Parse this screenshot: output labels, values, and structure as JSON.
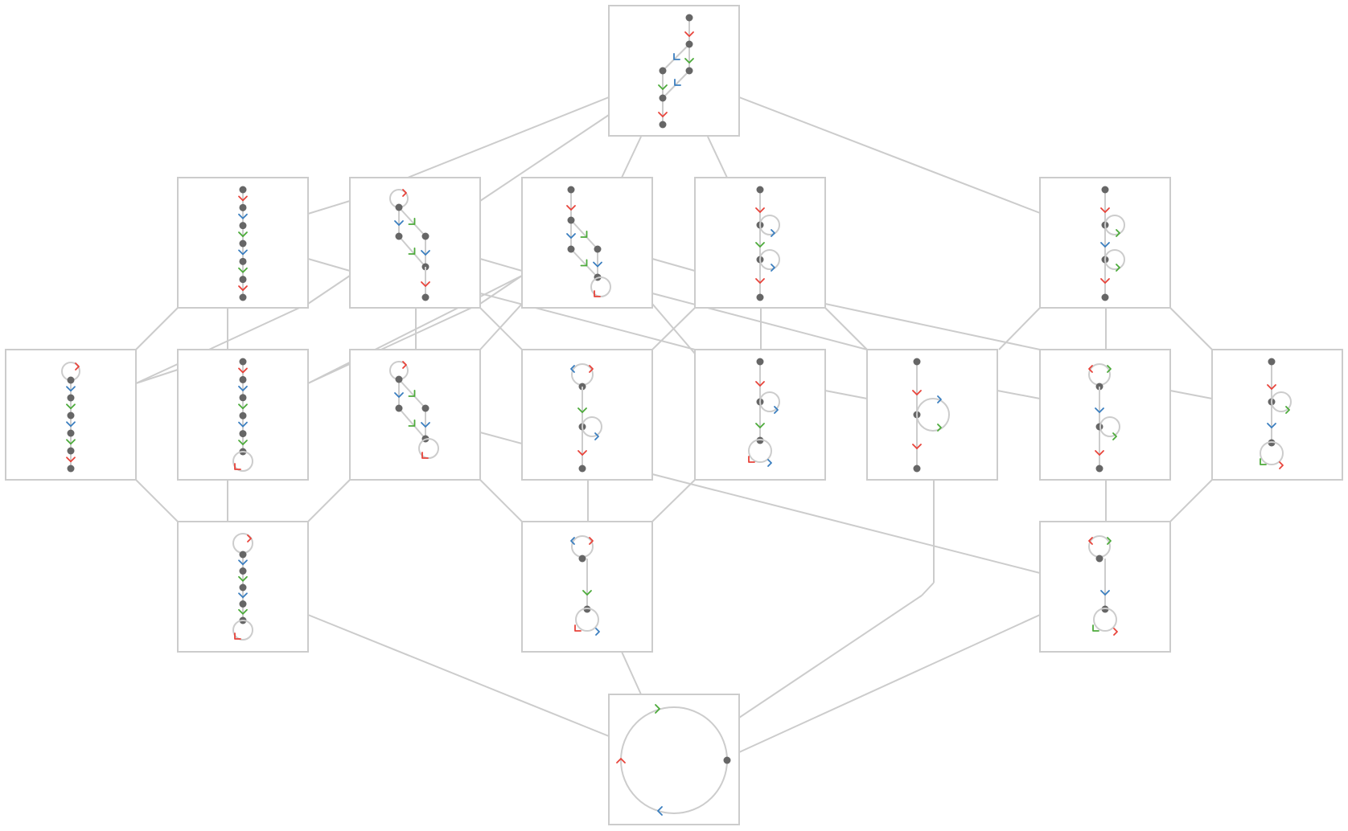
{
  "colors": {
    "background": "#ffffff",
    "box_border": "#cccccc",
    "connector": "#cccccc",
    "vertex": "#666666",
    "red": "#e8433a",
    "blue": "#3a7ebf",
    "green": "#4caa3a"
  },
  "diagram": {
    "kind": "lattice-of-graphs",
    "nodes": [
      {
        "id": "top",
        "name": "graph-top",
        "edges": [
          "red",
          "blue",
          "green",
          "green",
          "blue",
          "red"
        ]
      },
      {
        "id": "r1a",
        "name": "graph-row1-a",
        "edges": [
          "red",
          "blue",
          "green",
          "blue",
          "green",
          "red"
        ]
      },
      {
        "id": "r1b",
        "name": "graph-row1-b",
        "edges": [
          "red",
          "blue",
          "green",
          "green",
          "blue",
          "red"
        ]
      },
      {
        "id": "r1c",
        "name": "graph-row1-c",
        "edges": [
          "red",
          "blue",
          "green",
          "green",
          "blue",
          "red"
        ]
      },
      {
        "id": "r1d",
        "name": "graph-row1-d",
        "edges": [
          "red",
          "blue",
          "green",
          "blue",
          "red"
        ]
      },
      {
        "id": "r1e",
        "name": "graph-row1-e",
        "edges": [
          "red",
          "green",
          "blue",
          "green",
          "red"
        ]
      },
      {
        "id": "r2a",
        "name": "graph-row2-a",
        "edges": [
          "red",
          "blue",
          "green",
          "blue",
          "green",
          "red"
        ]
      },
      {
        "id": "r2b",
        "name": "graph-row2-b",
        "edges": [
          "red",
          "blue",
          "green",
          "blue",
          "green",
          "red"
        ]
      },
      {
        "id": "r2c",
        "name": "graph-row2-c",
        "edges": [
          "red",
          "blue",
          "green",
          "green",
          "blue",
          "red"
        ]
      },
      {
        "id": "r2d",
        "name": "graph-row2-d",
        "edges": [
          "red",
          "blue",
          "green",
          "blue",
          "red"
        ]
      },
      {
        "id": "r2e",
        "name": "graph-row2-e",
        "edges": [
          "red",
          "blue",
          "green",
          "red",
          "blue"
        ]
      },
      {
        "id": "r2f",
        "name": "graph-row2-f",
        "edges": [
          "red",
          "blue",
          "green",
          "red"
        ]
      },
      {
        "id": "r2g",
        "name": "graph-row2-g",
        "edges": [
          "red",
          "green",
          "blue",
          "green",
          "red"
        ]
      },
      {
        "id": "r2h",
        "name": "graph-row2-h",
        "edges": [
          "red",
          "green",
          "blue",
          "green",
          "red"
        ]
      },
      {
        "id": "r3a",
        "name": "graph-row3-a",
        "edges": [
          "red",
          "blue",
          "green",
          "blue",
          "green",
          "red"
        ]
      },
      {
        "id": "r3b",
        "name": "graph-row3-b",
        "edges": [
          "red",
          "blue",
          "green",
          "red",
          "blue"
        ]
      },
      {
        "id": "r3c",
        "name": "graph-row3-c",
        "edges": [
          "red",
          "green",
          "blue",
          "green",
          "red"
        ]
      },
      {
        "id": "bottom",
        "name": "graph-bottom",
        "edges": [
          "green",
          "blue",
          "red"
        ]
      }
    ]
  }
}
